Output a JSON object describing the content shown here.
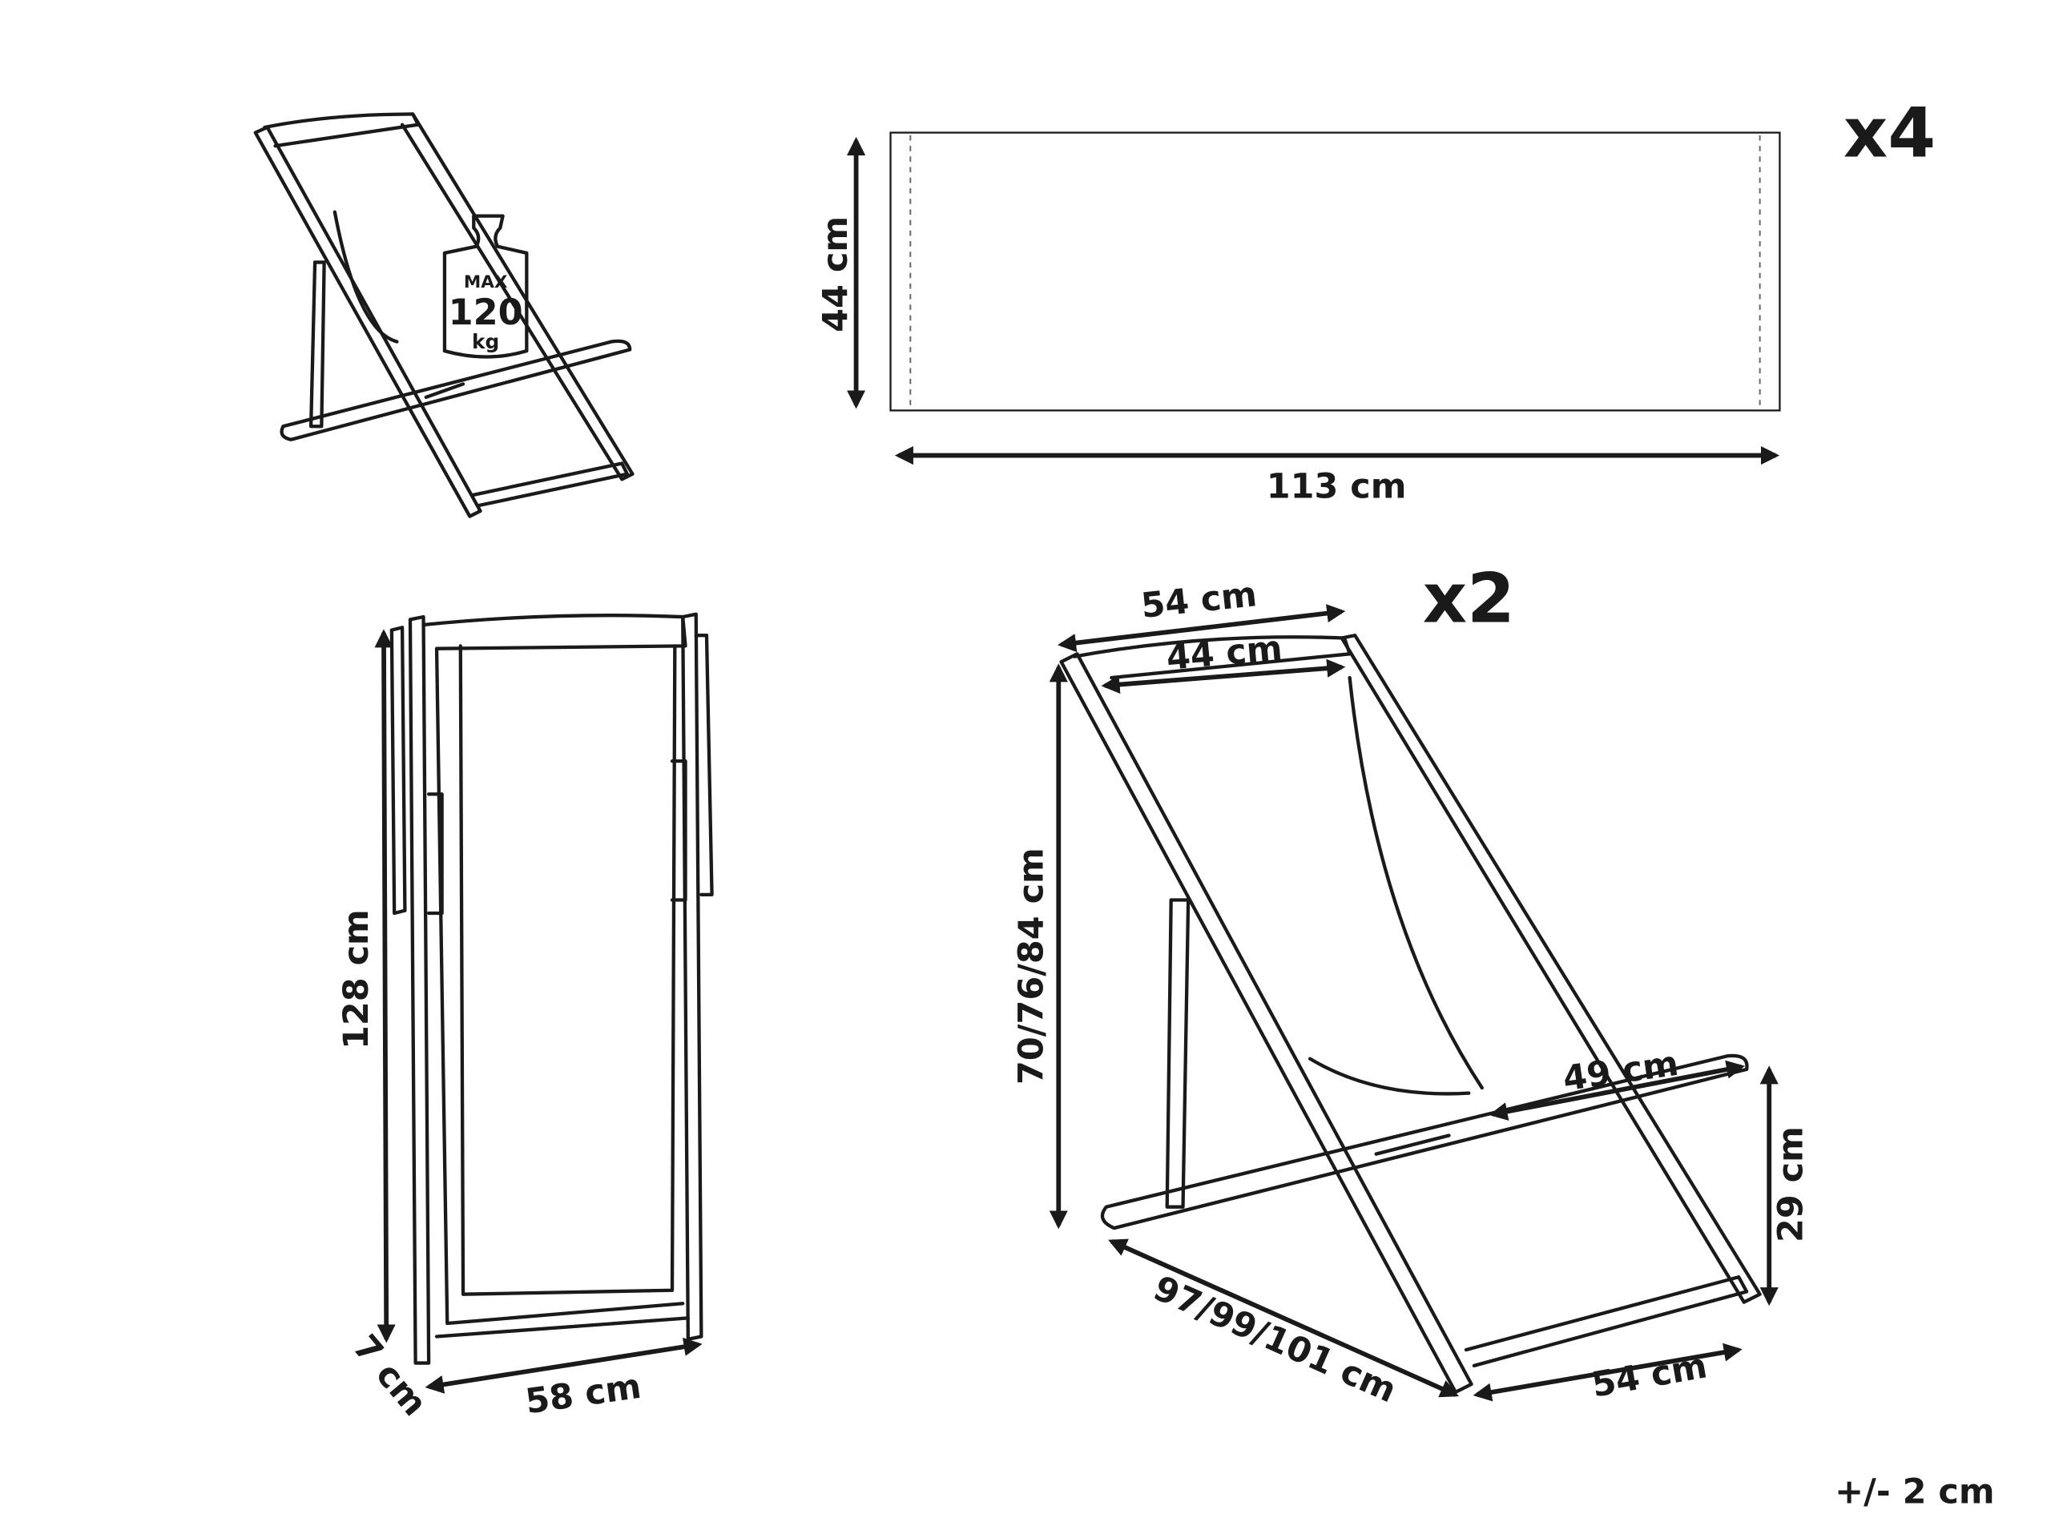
{
  "weight_badge": {
    "line1": "MAX",
    "line2": "120",
    "line3": "kg"
  },
  "fabric": {
    "height_label": "44 cm",
    "width_label": "113 cm",
    "quantity": "x4"
  },
  "folded_chair": {
    "height_label": "128 cm",
    "depth_label": "7 cm",
    "width_label": "58 cm"
  },
  "open_chair": {
    "quantity": "x2",
    "outer_width_label": "54 cm",
    "inner_width_label": "44 cm",
    "height_label": "70/76/84 cm",
    "armrest_label": "49 cm",
    "seat_height_label": "29 cm",
    "depth_label": "97/99/101 cm",
    "base_width_label": "54 cm"
  },
  "tolerance": "+/- 2 cm"
}
